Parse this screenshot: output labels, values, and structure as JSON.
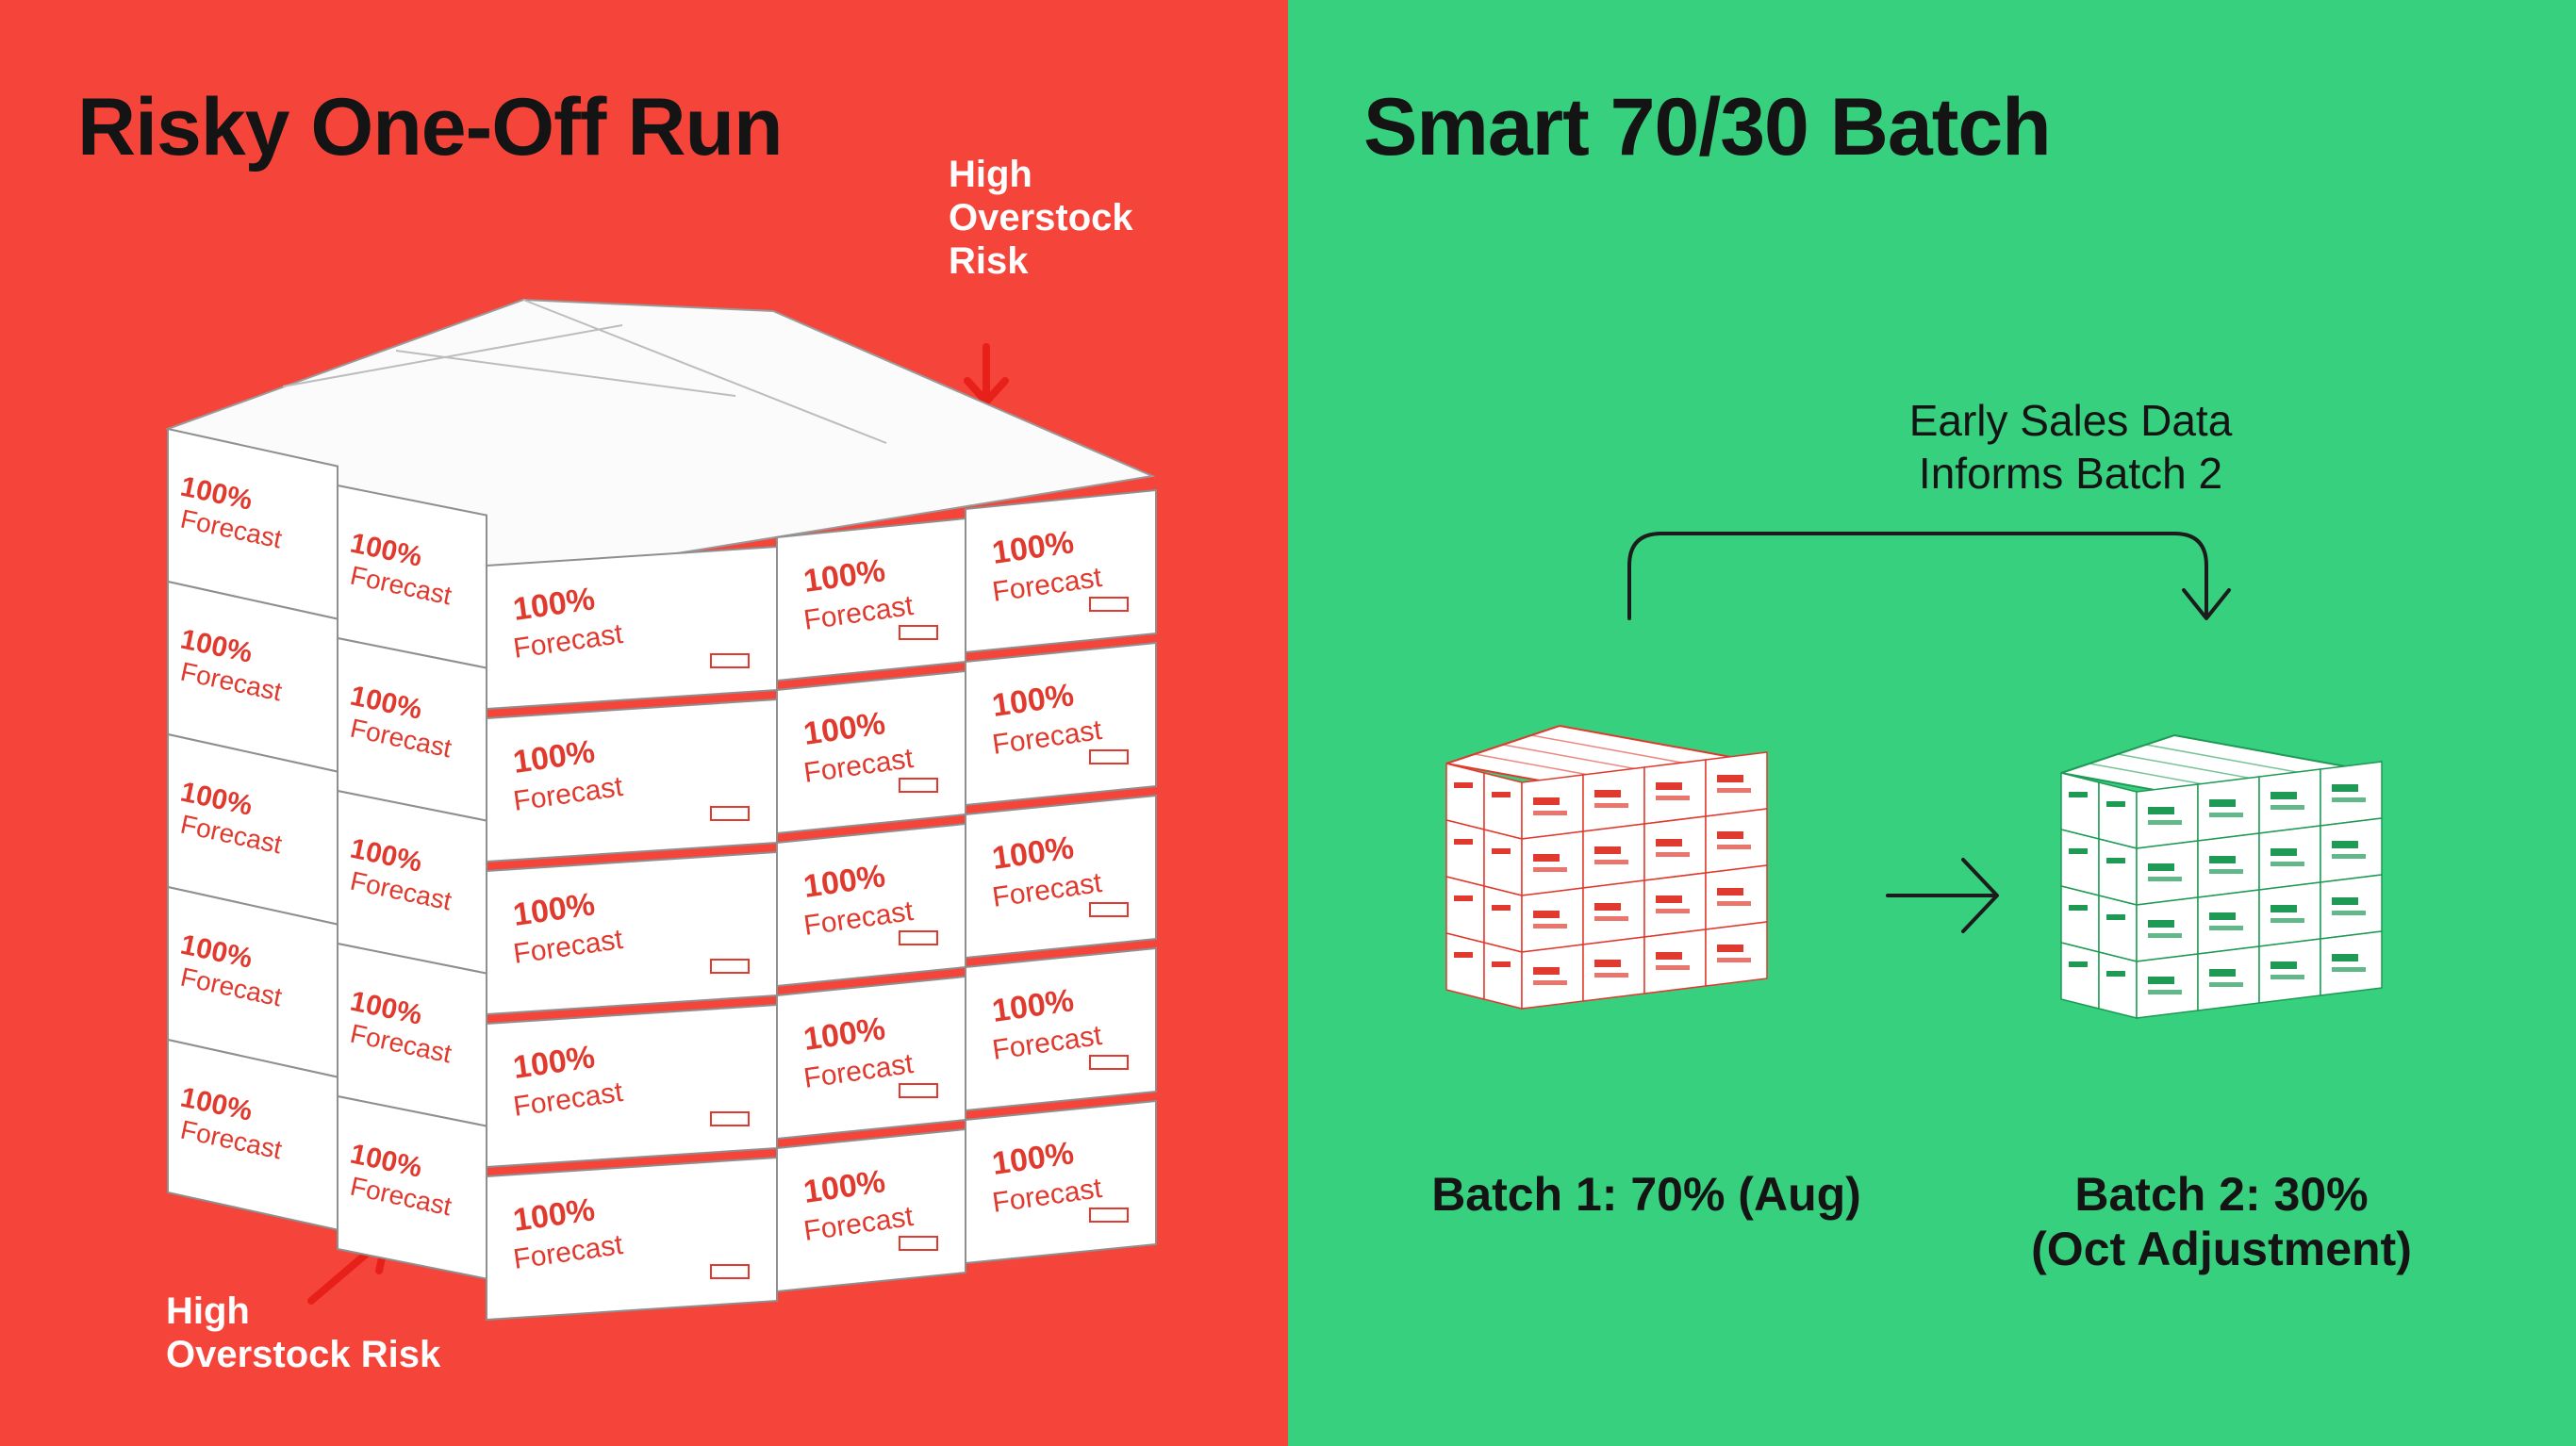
{
  "left": {
    "title": "Risky One-Off Run",
    "top_note": [
      "High",
      "Overstock",
      "Risk"
    ],
    "bottom_note": [
      "High",
      "Overstock Risk"
    ],
    "box_label": [
      "100%",
      "Forecast"
    ],
    "colors": {
      "background": "#f5453a",
      "box_ink": "#e03a2e",
      "arrow": "#e8201a"
    }
  },
  "right": {
    "title": "Smart 70/30 Batch",
    "flow_note": [
      "Early Sales Data",
      "Informs Batch 2"
    ],
    "batch1_caption": "Batch 1: 70% (Aug)",
    "batch2_caption": [
      "Batch 2: 30%",
      "(Oct Adjustment)"
    ],
    "colors": {
      "background": "#36d07e",
      "batch1_ink": "#e03a2e",
      "batch2_ink": "#1f9a55"
    }
  }
}
